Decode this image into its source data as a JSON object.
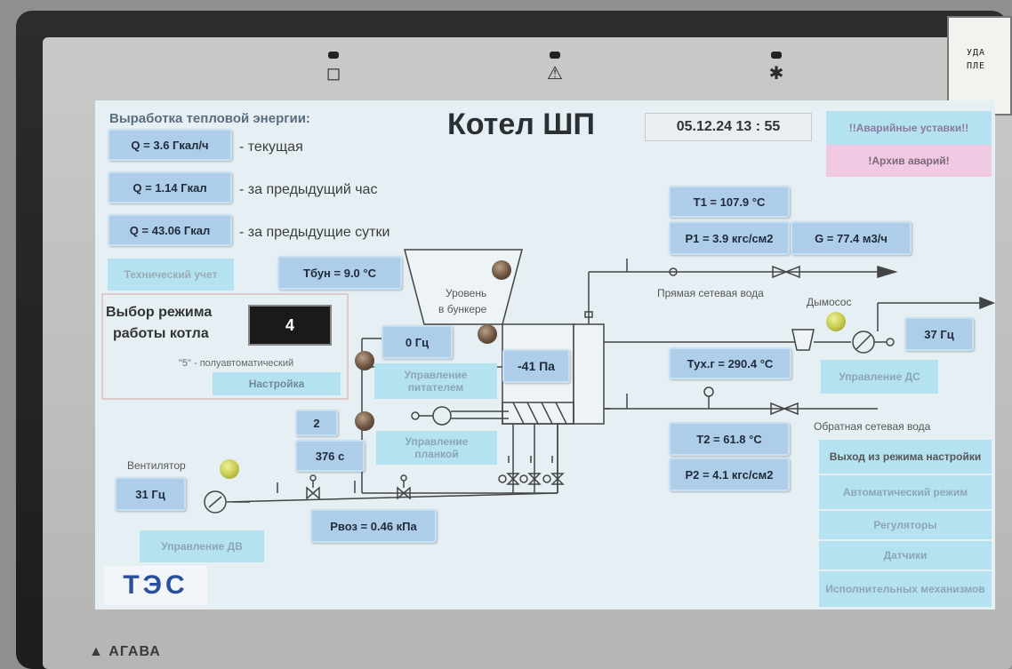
{
  "heat": {
    "header": "Выработка тепловой энергии:",
    "current_value": "Q = 3.6 Гкал/ч",
    "current_label": "- текущая",
    "hour_value": "Q = 1.14 Гкал",
    "hour_label": "- за предыдущий час",
    "day_value": "Q = 43.06 Гкал",
    "day_label": "- за предыдущие сутки",
    "tech_button": "Технический учет"
  },
  "title": "Котел  ШП",
  "datetime": "05.12.24   13 : 55",
  "alarm_setpoints_button": "!!Аварийные уставки!!",
  "alarm_archive_button": "!Архив аварий!",
  "t_bunker": "Тбун = 9.0 °С",
  "mode": {
    "label_line1": "Выбор режима",
    "label_line2": "работы котла",
    "value": "4",
    "hint": "\"5\" - полуавтоматический",
    "setup_button": "Настройка"
  },
  "bunker_level": {
    "line1": "Уровень",
    "line2": "в бункере"
  },
  "feeder": {
    "freq": "0 Гц",
    "button_line1": "Управление",
    "button_line2": "питателем"
  },
  "damper": {
    "value": "2",
    "time": "376 с",
    "button_line1": "Управление",
    "button_line2": "планкой"
  },
  "furnace_pressure": "-41 Па",
  "supply": {
    "t1": "Т1 = 107.9 °С",
    "p1": "Р1 = 3.9 кгс/см2",
    "g": "G = 77.4 м3/ч",
    "label": "Прямая сетевая вода"
  },
  "flue_gas_temp": "Тух.г = 290.4 °С",
  "exhauster": {
    "label": "Дымосос",
    "freq": "37 Гц",
    "button": "Управление ДС"
  },
  "return_water": {
    "t2": "Т2 = 61.8 °С",
    "p2": "Р2 = 4.1 кгс/см2",
    "label": "Обратная сетевая вода"
  },
  "fan": {
    "label": "Вентилятор",
    "freq": "31 Гц",
    "button": "Управление ДВ"
  },
  "air_pressure": "Рвоз = 0.46 кПа",
  "logo": "ТЭС",
  "side_menu": [
    {
      "label": "Выход из режима настройки"
    },
    {
      "label": "Автоматический режим"
    },
    {
      "label": "Регуляторы"
    },
    {
      "label": "Датчики"
    },
    {
      "label": "Исполнительных механизмов"
    }
  ],
  "bezel": {
    "brand": "АГАВА",
    "sticker_line1": "УДА",
    "sticker_line2": "ПЛЕ"
  },
  "colors": {
    "screen_bg": "#e6f0f4",
    "value_box": "#aecde8",
    "button": "#b5e2f1",
    "alarm_button": "#f0c9e3",
    "mode_value_bg": "#1a1a1a"
  }
}
